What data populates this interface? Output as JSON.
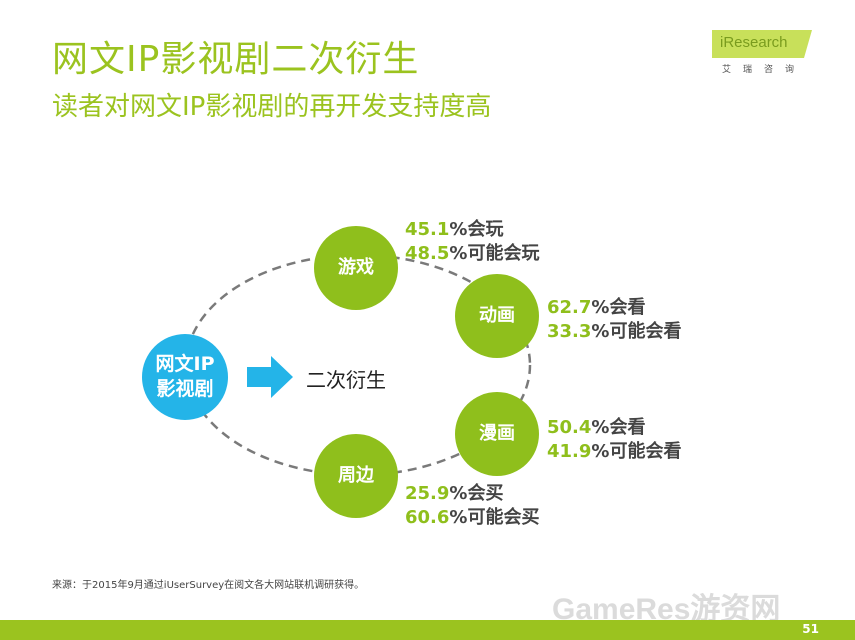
{
  "header": {
    "title": "网文IP影视剧二次衍生",
    "subtitle": "读者对网文IP影视剧的再开发支持度高"
  },
  "logo": {
    "text": "iResearch",
    "sub": "艾瑞咨询"
  },
  "diagram": {
    "center": "网文IP\n影视剧",
    "derive_label": "二次衍生",
    "nodes": {
      "game": "游戏",
      "animation": "动画",
      "comic": "漫画",
      "merch": "周边"
    },
    "stats": {
      "game": [
        {
          "value": "45.1",
          "suffix": "%会玩"
        },
        {
          "value": "48.5",
          "suffix": "%可能会玩"
        }
      ],
      "animation": [
        {
          "value": "62.7",
          "suffix": "%会看"
        },
        {
          "value": "33.3",
          "suffix": "%可能会看"
        }
      ],
      "comic": [
        {
          "value": "50.4",
          "suffix": "%会看"
        },
        {
          "value": "41.9",
          "suffix": "%可能会看"
        }
      ],
      "merch": [
        {
          "value": "25.9",
          "suffix": "%会买"
        },
        {
          "value": "60.6",
          "suffix": "%可能会买"
        }
      ]
    }
  },
  "footer": {
    "source": "来源：于2015年9月通过iUserSurvey在阅文各大网站联机调研获得。",
    "page_number": "51"
  },
  "watermark": "GameRes游资网",
  "colors": {
    "accent_green": "#9bc31f",
    "node_green": "#8fbf1c",
    "center_blue": "#24b4e8"
  }
}
